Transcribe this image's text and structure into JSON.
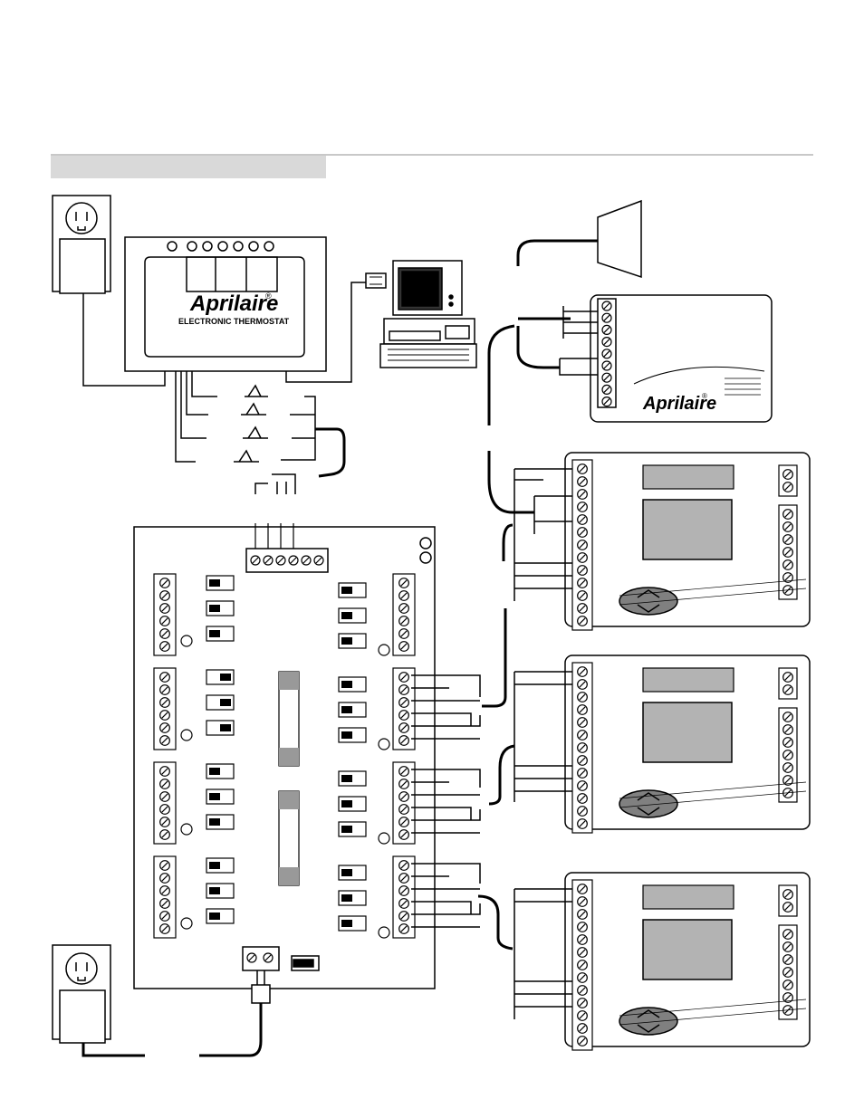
{
  "thermostat": {
    "brand": "Aprilaire",
    "trademark": "®",
    "subtitle": "ELECTRONIC THERMOSTAT"
  },
  "remote_panel": {
    "brand": "Aprilaire",
    "trademark": "®"
  },
  "colors": {
    "ink": "#000000",
    "header_band": "#d9d9d9",
    "screen_gray": "#b3b3b3",
    "button_gray": "#808080",
    "fuse_gray": "#999999"
  }
}
